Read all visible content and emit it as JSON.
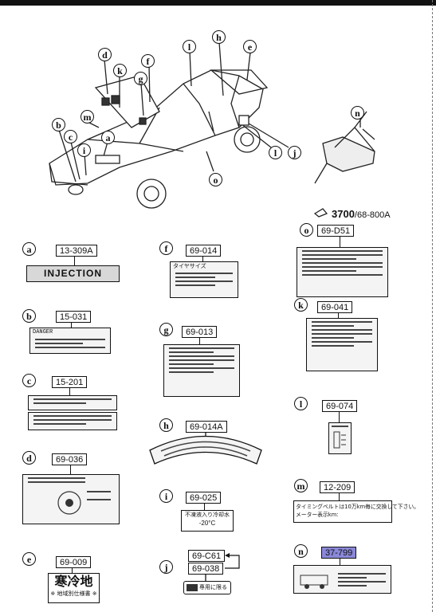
{
  "callouts": {
    "a": "a",
    "b": "b",
    "c": "c",
    "d": "d",
    "e": "e",
    "f": "f",
    "g": "g",
    "h": "h",
    "i": "i",
    "j": "j",
    "k": "k",
    "l": "l",
    "m": "m",
    "n": "n",
    "o": "o"
  },
  "jack_ref": {
    "bold": "3700",
    "rest": "/68-800A"
  },
  "labels": {
    "a": {
      "code": "13-309A",
      "text": "INJECTION"
    },
    "b": {
      "code": "15-031",
      "text": "DANGER"
    },
    "c": {
      "code": "15-201"
    },
    "d": {
      "code": "69-036"
    },
    "e": {
      "code": "69-009",
      "text": "寒冷地",
      "sub": "※ 地域別仕様書 ※"
    },
    "f": {
      "code": "69-014",
      "text": "タイヤサイズ"
    },
    "g": {
      "code": "69-013"
    },
    "h": {
      "code": "69-014A"
    },
    "i": {
      "code": "69-025",
      "text": "不凍液入り冷却水",
      "sub": "-20°C"
    },
    "j": {
      "code1": "69-C61",
      "code2": "69-038",
      "text": "専用に限る"
    },
    "k": {
      "code": "69-041"
    },
    "l": {
      "code": "69-074"
    },
    "m": {
      "code": "12-209",
      "text": "タイミングベルトは10万km毎に交換して下さい。",
      "sub": "メーター表示km:"
    },
    "n": {
      "code": "37-799"
    },
    "o": {
      "code": "69-D51"
    }
  },
  "colors": {
    "highlight": "#8a88d8",
    "ink": "#111111"
  }
}
